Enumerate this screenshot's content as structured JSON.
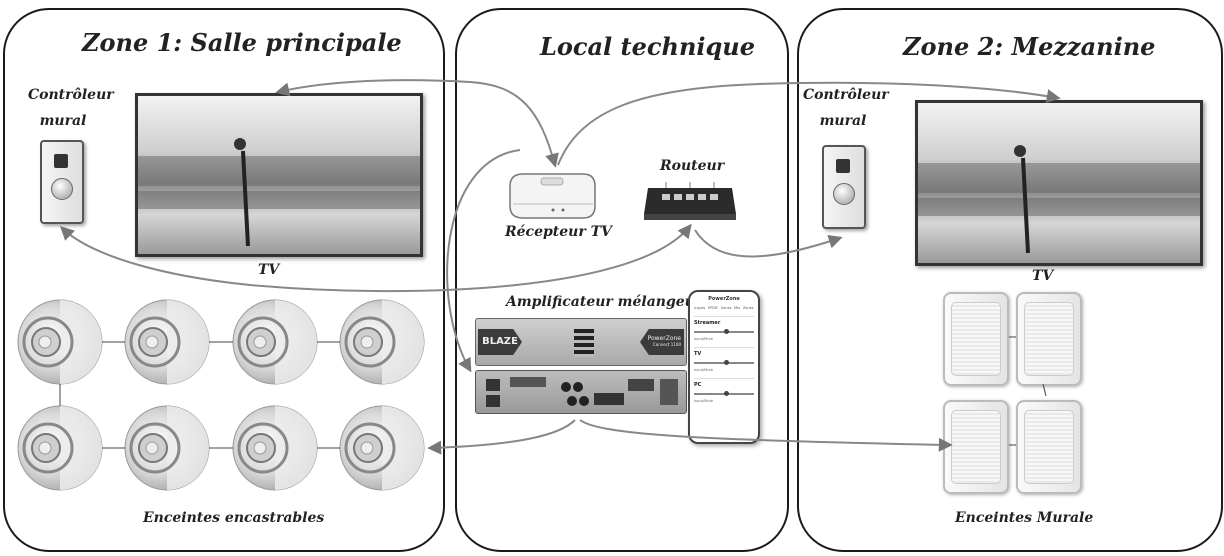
{
  "zones": {
    "zone1": {
      "title": "Zone 1: Salle principale"
    },
    "tech": {
      "title": "Local technique"
    },
    "zone2": {
      "title": "Zone 2: Mezzanine"
    }
  },
  "labels": {
    "wall_controller_1": "Contrôleur mural",
    "wall_controller_2": "Contrôleur mural",
    "tv_1": "TV",
    "tv_2": "TV",
    "tv_receiver": "Récepteur TV",
    "router": "Routeur",
    "amplifier": "Amplificateur mélangeur",
    "ceiling_speakers": "Enceintes encastrables",
    "wall_speakers": "Enceintes Murale"
  },
  "amp_front": {
    "left_brand": "BLAZE",
    "right_brand": "PowerZone",
    "right_model": "Connect 1100"
  },
  "app": {
    "title": "PowerZone",
    "tabs": [
      "Inputs",
      "SPDIF",
      "Zones",
      "Mix",
      "Zones"
    ],
    "zones": [
      {
        "name": "Streamer",
        "source": "Input/Mute"
      },
      {
        "name": "TV",
        "source": "Input/Mute"
      },
      {
        "name": "PC",
        "source": "Input/Mute"
      }
    ]
  },
  "icons": [
    "wall-controller-icon",
    "tv-icon",
    "tv-receiver-icon",
    "router-icon",
    "amplifier-icon",
    "phone-app-icon",
    "ceiling-speaker-icon",
    "wall-speaker-icon"
  ]
}
